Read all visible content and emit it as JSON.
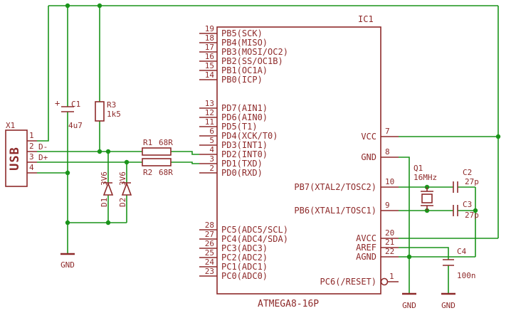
{
  "schematic": {
    "ic": {
      "ref": "IC1",
      "part": "ATMEGA8-16P",
      "left_pins": [
        {
          "num": "19",
          "name": "PB5(SCK)"
        },
        {
          "num": "18",
          "name": "PB4(MISO)"
        },
        {
          "num": "17",
          "name": "PB3(MOSI/OC2)"
        },
        {
          "num": "16",
          "name": "PB2(SS/OC1B)"
        },
        {
          "num": "15",
          "name": "PB1(OC1A)"
        },
        {
          "num": "14",
          "name": "PB0(ICP)"
        },
        {
          "num": "13",
          "name": "PD7(AIN1)"
        },
        {
          "num": "12",
          "name": "PD6(AIN0)"
        },
        {
          "num": "11",
          "name": "PD5(T1)"
        },
        {
          "num": "6",
          "name": "PD4(XCK/T0)"
        },
        {
          "num": "5",
          "name": "PD3(INT1)"
        },
        {
          "num": "4",
          "name": "PD2(INT0)"
        },
        {
          "num": "3",
          "name": "PD1(TXD)"
        },
        {
          "num": "2",
          "name": "PD0(RXD)"
        },
        {
          "num": "28",
          "name": "PC5(ADC5/SCL)"
        },
        {
          "num": "27",
          "name": "PC4(ADC4/SDA)"
        },
        {
          "num": "26",
          "name": "PC3(ADC3)"
        },
        {
          "num": "25",
          "name": "PC2(ADC2)"
        },
        {
          "num": "24",
          "name": "PC1(ADC1)"
        },
        {
          "num": "23",
          "name": "PC0(ADC0)"
        }
      ],
      "right_pins": [
        {
          "num": "7",
          "name": "VCC"
        },
        {
          "num": "8",
          "name": "GND"
        },
        {
          "num": "10",
          "name": "PB7(XTAL2/TOSC2)"
        },
        {
          "num": "9",
          "name": "PB6(XTAL1/TOSC1)"
        },
        {
          "num": "20",
          "name": "AVCC"
        },
        {
          "num": "21",
          "name": "AREF"
        },
        {
          "num": "22",
          "name": "AGND"
        },
        {
          "num": "1",
          "name": "PC6(/RESET)"
        }
      ]
    },
    "usb": {
      "ref": "X1",
      "label": "USB",
      "pin1": "1",
      "pin2": "2",
      "pin3": "3",
      "pin4": "4",
      "dminus": "D-",
      "dplus": "D+"
    },
    "parts": {
      "c1": {
        "ref": "C1",
        "value": "4u7",
        "polarity": "+"
      },
      "r3": {
        "ref": "R3",
        "value": "1k5"
      },
      "r1": {
        "ref": "R1",
        "value": "68R"
      },
      "r2": {
        "ref": "R2",
        "value": "68R"
      },
      "d1": {
        "ref": "D1",
        "value": "3V6"
      },
      "d2": {
        "ref": "D2",
        "value": "3V6"
      },
      "q1": {
        "ref": "Q1",
        "value": "16MHz"
      },
      "c2": {
        "ref": "C2",
        "value": "27p"
      },
      "c3": {
        "ref": "C3",
        "value": "27p"
      },
      "c4": {
        "ref": "C4",
        "value": "100n"
      }
    },
    "gnd": {
      "left": "GND",
      "mid": "GND",
      "right": "GND"
    }
  },
  "colors": {
    "wire": "#1a941a",
    "symbol": "#8e2a2a",
    "background": "#ffffff"
  }
}
